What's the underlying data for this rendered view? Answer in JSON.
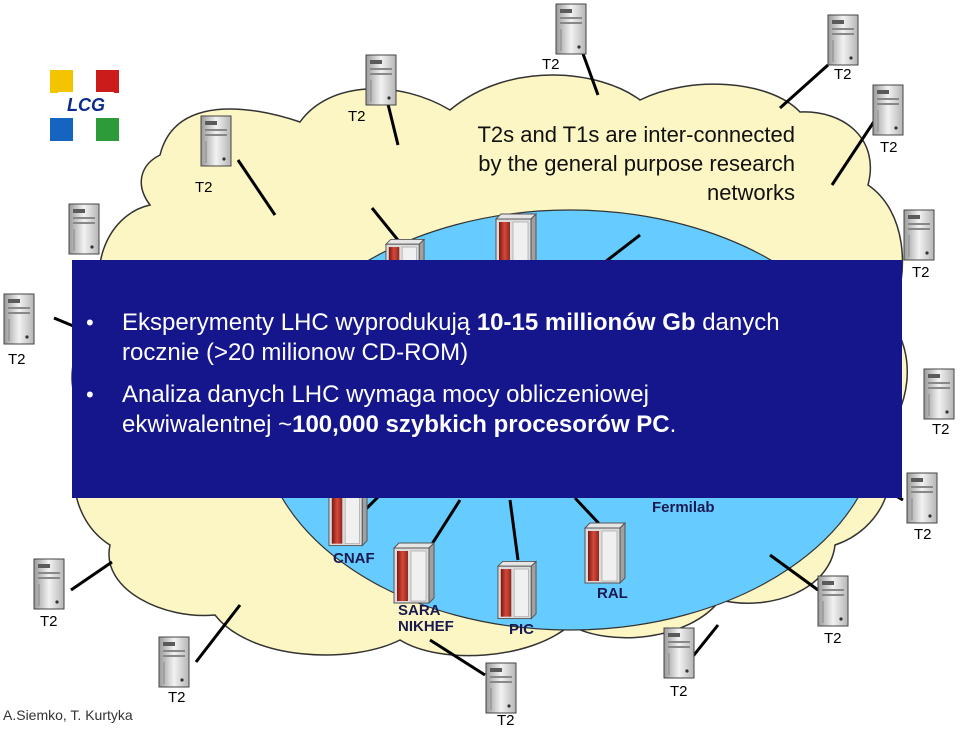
{
  "tier2_label": "T2",
  "network_note": [
    "T2s and T1s are inter-connected",
    "by the general purpose research",
    "networks"
  ],
  "overlay": {
    "bullet1": {
      "text_a": "Eksperymenty LHC wyprodukują ",
      "bold_a": "10-15 millionów Gb",
      "text_b": " danych",
      "line2": "rocznie (>20 milionow CD-ROM)"
    },
    "bullet2": {
      "line1": "Analiza danych LHC wymaga mocy obliczeniowej",
      "text_a": "ekwiwalentnej ",
      "text_b": "~",
      "bold_a": "100,000 szybkich procesorów PC",
      "text_c": "."
    }
  },
  "tier1_sites": {
    "cnaf": "CNAF",
    "fermilab": "Fermilab",
    "sara": "SARA",
    "nikhef": "NIKHEF",
    "pic": "PIC",
    "ral": "RAL"
  },
  "logo": {
    "text": "LCG",
    "colors": [
      "#f5c400",
      "#cc1b1b",
      "#1565c0",
      "#2e9b3a"
    ]
  },
  "author": "A.Siemko, T. Kurtyka",
  "colors": {
    "cloud": "#fbf6c3",
    "core": "#66ccff",
    "overlay": "#15158c",
    "rack": "#b8332a"
  }
}
